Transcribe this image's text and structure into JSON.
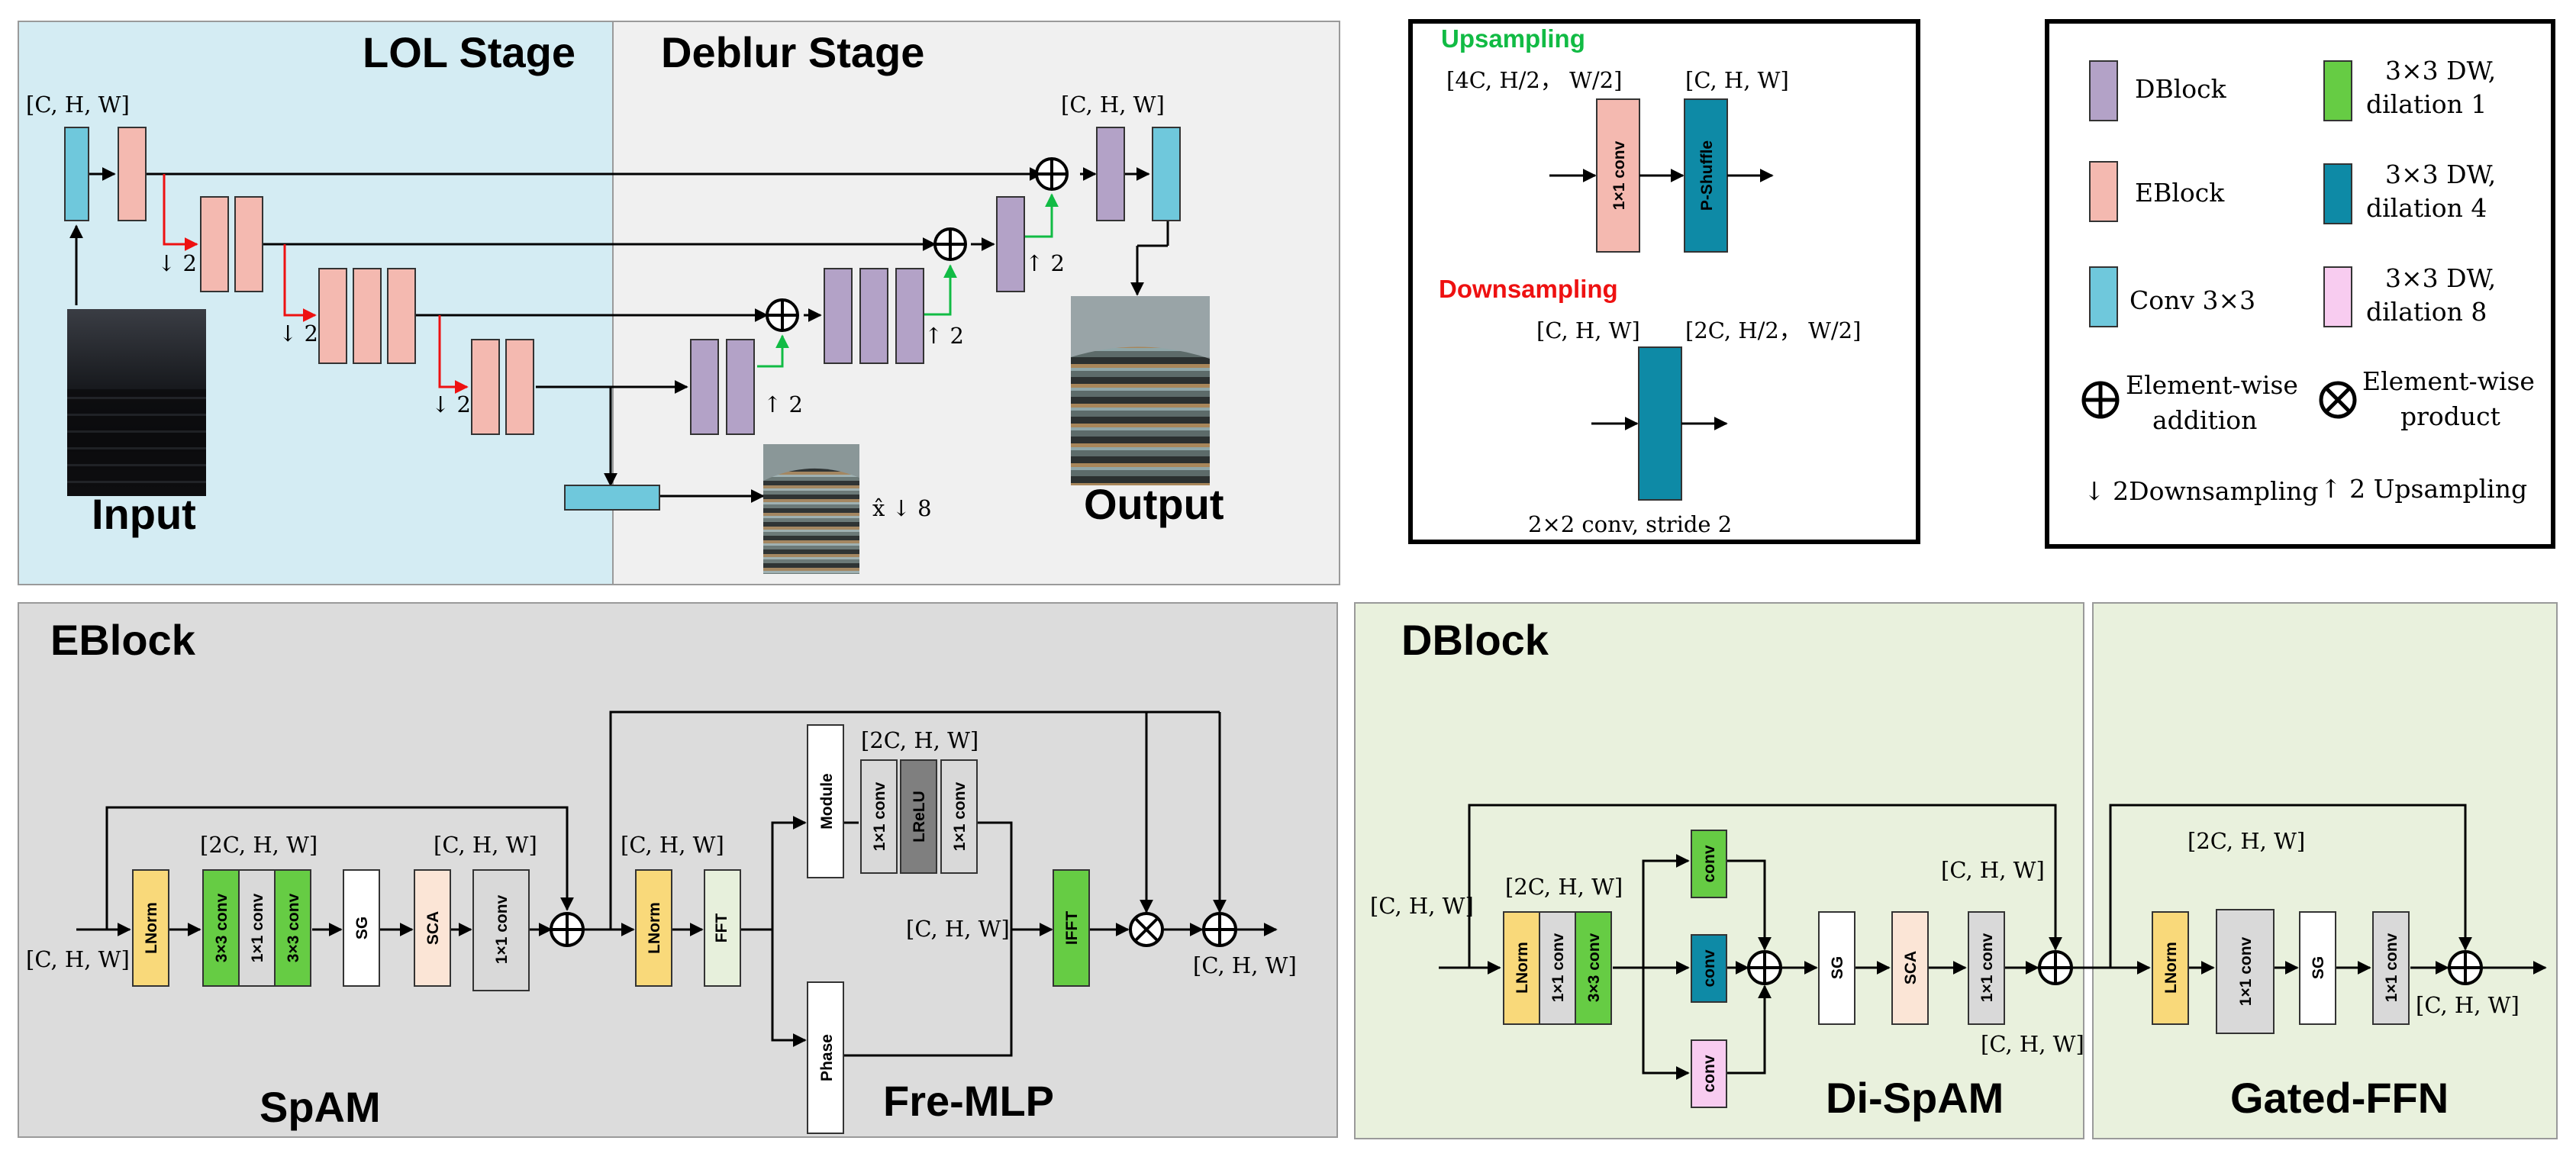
{
  "top": {
    "lol_stage": "LOL Stage",
    "deblur_stage": "Deblur Stage",
    "input_label": "Input",
    "output_label": "Output",
    "chw_in": "[C, H, W]",
    "chw_out": "[C, H, W]",
    "down2": "↓ 2",
    "up2": "↑ 2",
    "x8": "x̂ ↓ 8"
  },
  "sampling": {
    "up_title": "Upsampling",
    "up_dim_in": "[4C, H/2， W/2]",
    "up_dim_out": "[C, H, W]",
    "conv1x1": "1×1 conv",
    "pshuffle": "P-Shuffle",
    "down_title": "Downsampling",
    "down_dim_in": "[C, H, W]",
    "down_dim_out": "[2C, H/2， W/2]",
    "down_caption": "2×2 conv, stride 2"
  },
  "legend": {
    "dblock": "DBlock",
    "eblock": "EBlock",
    "conv3": "Conv  3×3",
    "dw1_a": "3×3 DW,",
    "dw1_b": "dilation 1",
    "dw4_a": "3×3 DW,",
    "dw4_b": "dilation 4",
    "dw8_a": "3×3 DW,",
    "dw8_b": "dilation 8",
    "add_a": "Element-wise",
    "add_b": "addition",
    "prod_a": "Element-wise",
    "prod_b": "product",
    "down": "↓ 2Downsampling",
    "up": "↑ 2   Upsampling"
  },
  "eblock": {
    "title": "EBlock",
    "spam": "SpAM",
    "fremlp": "Fre-MLP",
    "dim_in": "[C, H, W]",
    "dim_2c": "[2C, H, W]",
    "dim_c": "[C, H, W]",
    "dim_c2": "[C, H, W]",
    "dim_2c_mlp": "[2C, H, W]",
    "dim_c_mlp": "[C, H, W]",
    "dim_out": "[C, H, W]",
    "lnorm": "LNorm",
    "conv3": "3×3 conv",
    "conv1": "1×1 conv",
    "sg": "SG",
    "sca": "SCA",
    "fft": "FFT",
    "ifft": "IFFT",
    "module": "Module",
    "phase": "Phase",
    "lrelu": "LReLU"
  },
  "dblock": {
    "title": "DBlock",
    "dispam": "Di-SpAM",
    "gatedffn": "Gated-FFN",
    "dim_in": "[C, H, W]",
    "dim_2c": "[2C, H, W]",
    "dim_c": "[C, H, W]",
    "dim_c_b": "[C, H, W]",
    "dim_2c_ffn": "[2C, H, W]",
    "dim_out": "[C, H, W]",
    "lnorm": "LNorm",
    "conv1": "1×1 conv",
    "conv3": "3×3 conv",
    "conv": "conv",
    "sg": "SG",
    "sca": "SCA"
  },
  "colors": {
    "lol_bg": "#d4ecf3",
    "deblur_bg": "#f0f0f0",
    "panel_gray": "#dcdcdc",
    "panel_green": "#e9f1dd",
    "purple": "#b3a2c7",
    "pink": "#f4b9b0",
    "cyan": "#6fc8dc",
    "green": "#66cc44",
    "teal": "#0e8aa6",
    "lightpink": "#f8ccf0",
    "yellow": "#f9d97a",
    "lightgray": "#d9d9d9",
    "darkgray": "#7f7f7f",
    "peach": "#fbe5d6",
    "redline": "#ee1111",
    "greenline": "#11bb44"
  }
}
